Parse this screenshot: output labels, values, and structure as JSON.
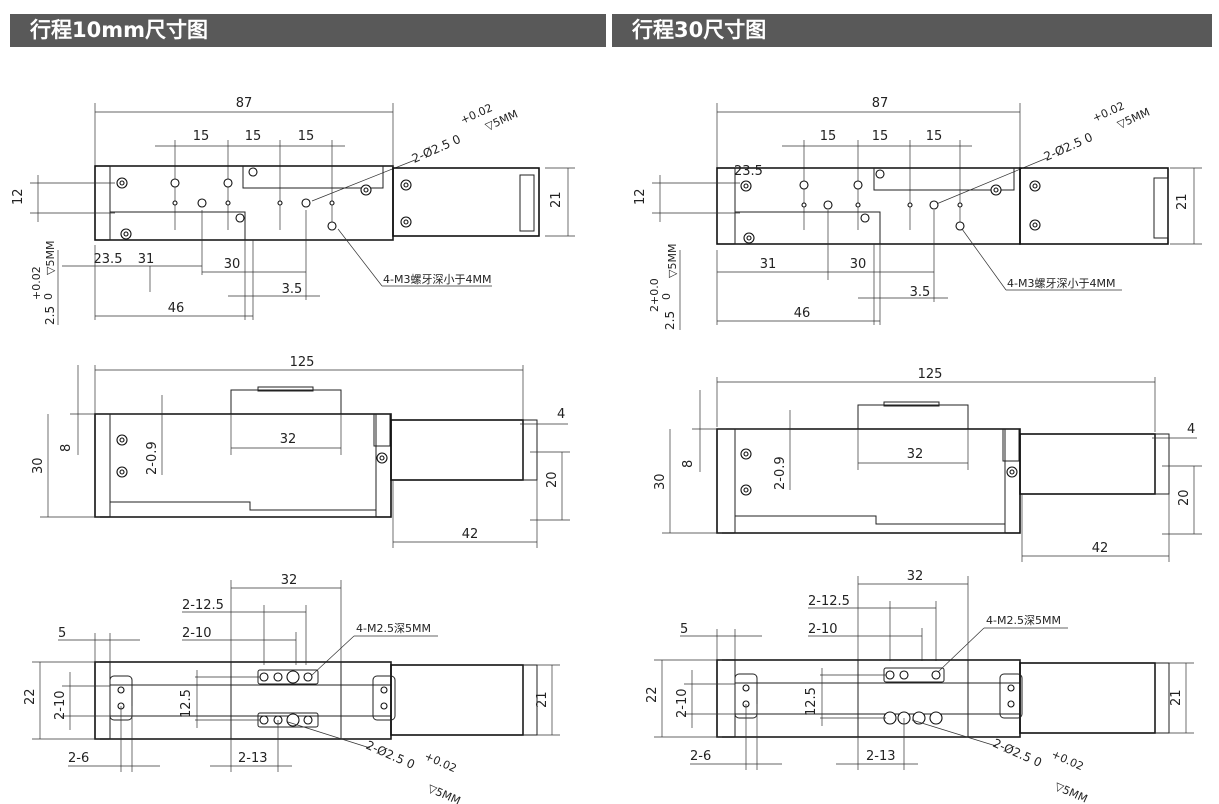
{
  "headers": {
    "left": "行程10mm尺寸图",
    "right": "行程30尺寸图"
  },
  "left": {
    "top": {
      "overall": "87",
      "pitch1": "15",
      "pitch2": "15",
      "pitch3": "15",
      "tol_top": "+0.02",
      "hole_spec": "2-Ø2.5  0",
      "depth": "▽5MM",
      "height_12": "12",
      "height_21": "21",
      "tol_side_top": "+0.02",
      "tol_side_zero": "0",
      "tol_side_val": "2.5",
      "tol_side_depth": "▽5MM",
      "dim_235": "23.5",
      "dim_31": "31",
      "dim_30": "30",
      "dim_35": "3.5",
      "dim_46": "46",
      "thread_note": "4-M3螺牙深小于4MM"
    },
    "side": {
      "overall": "125",
      "dim_32": "32",
      "dim_4": "4",
      "dim_8": "8",
      "dim_30": "30",
      "dim_09": "2-0.9",
      "dim_20": "20",
      "dim_42": "42"
    },
    "bottom": {
      "dim_32": "32",
      "dim_125": "2-12.5",
      "dim_10": "2-10",
      "dim_5": "5",
      "thread_note": "4-M2.5深5MM",
      "dim_22": "22",
      "dim_2_10": "2-10",
      "dim_125v": "12.5",
      "dim_21": "21",
      "dim_2_6": "2-6",
      "dim_2_13": "2-13",
      "hole_spec": "2-Ø2.5  0",
      "tol_top": "+0.02",
      "depth": "▽5MM"
    }
  },
  "right": {
    "top": {
      "overall": "87",
      "pitch1": "15",
      "pitch2": "15",
      "pitch3": "15",
      "tol_top": "+0.02",
      "hole_spec": "2-Ø2.5  0",
      "depth": "▽5MM",
      "height_12": "12",
      "height_21": "21",
      "tol_side_top": "2+0.0",
      "tol_side_zero": "0",
      "tol_side_val": "2.5",
      "tol_side_depth": "▽5MM",
      "dim_235": "23.5",
      "dim_31": "31",
      "dim_30": "30",
      "dim_35": "3.5",
      "dim_46": "46",
      "thread_note": "4-M3螺牙深小于4MM"
    },
    "side": {
      "overall": "125",
      "dim_32": "32",
      "dim_4": "4",
      "dim_8": "8",
      "dim_30": "30",
      "dim_09": "2-0.9",
      "dim_20": "20",
      "dim_42": "42"
    },
    "bottom": {
      "dim_32": "32",
      "dim_125": "2-12.5",
      "dim_10": "2-10",
      "dim_5": "5",
      "thread_note": "4-M2.5深5MM",
      "dim_22": "22",
      "dim_2_10": "2-10",
      "dim_125v": "12.5",
      "dim_21": "21",
      "dim_2_6": "2-6",
      "dim_2_13": "2-13",
      "hole_spec": "2-Ø2.5  0",
      "tol_top": "+0.02",
      "depth": "▽5MM"
    }
  }
}
